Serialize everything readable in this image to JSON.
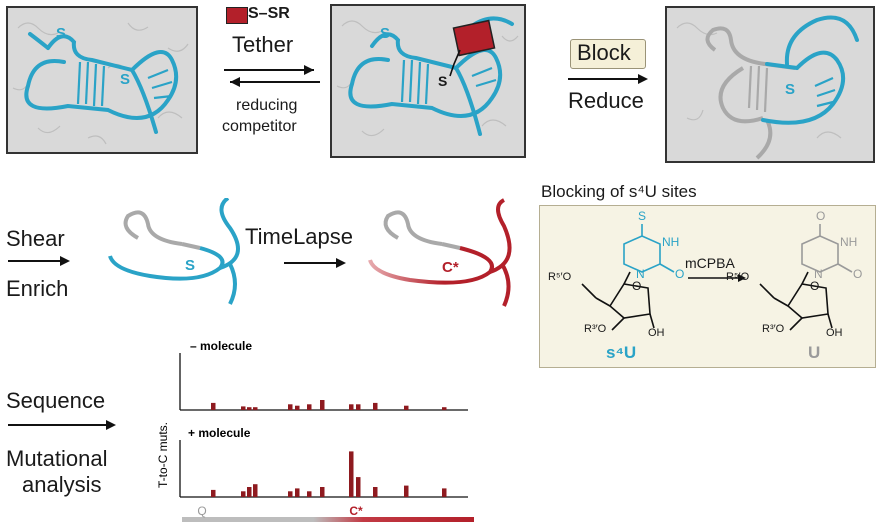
{
  "top": {
    "tether_reagent": "S–SR",
    "tether_label": "Tether",
    "reducing_line1": "reducing",
    "reducing_line2": "competitor",
    "block_label": "Block",
    "reduce_label": "Reduce",
    "s_label": "S"
  },
  "middle": {
    "shear_label": "Shear",
    "enrich_label": "Enrich",
    "timelapse_label": "TimeLapse",
    "c_star": "C*",
    "s_label": "S"
  },
  "scheme": {
    "title": "Blocking of s⁴U sites",
    "reagent": "mCPBA",
    "left_name": "s⁴U",
    "right_name": "U",
    "r5": "R⁵′O",
    "r3": "R³′O",
    "oh": "OH",
    "nh": "NH",
    "o": "O",
    "s": "S",
    "n": "N"
  },
  "bottom": {
    "sequence_label": "Sequence",
    "mutational_line1": "Mutational",
    "mutational_line2": "analysis",
    "ylabel": "T-to-C muts.",
    "panel1_title": "– molecule",
    "panel2_title": "+ molecule",
    "axis_marker_left": "Q",
    "axis_marker_right": "C*"
  },
  "chart_data": [
    {
      "type": "bar",
      "title": "– molecule",
      "ylabel": "T-to-C muts.",
      "x": [
        213,
        243,
        249,
        255,
        290,
        297,
        309,
        322,
        351,
        358,
        375,
        406,
        444
      ],
      "values": [
        5,
        2.5,
        2,
        2,
        4,
        3,
        4,
        7,
        4,
        4,
        5,
        3,
        2
      ],
      "ymax": 40,
      "color": "#8e1a1f"
    },
    {
      "type": "bar",
      "title": "+ molecule",
      "ylabel": "T-to-C muts.",
      "x": [
        213,
        243,
        249,
        255,
        290,
        297,
        309,
        322,
        351,
        358,
        375,
        406,
        444
      ],
      "values": [
        5,
        4,
        7,
        9,
        4,
        6,
        4,
        7,
        32,
        14,
        7,
        8,
        6
      ],
      "ymax": 40,
      "color": "#8e1a1f"
    }
  ],
  "colors": {
    "teal": "#2aa3c7",
    "grey": "#a9a9a9",
    "red": "#b3202a",
    "bar": "#8e1a1f",
    "panel_bg": "#d9d9d9",
    "scheme_bg": "#f6f3e4"
  }
}
